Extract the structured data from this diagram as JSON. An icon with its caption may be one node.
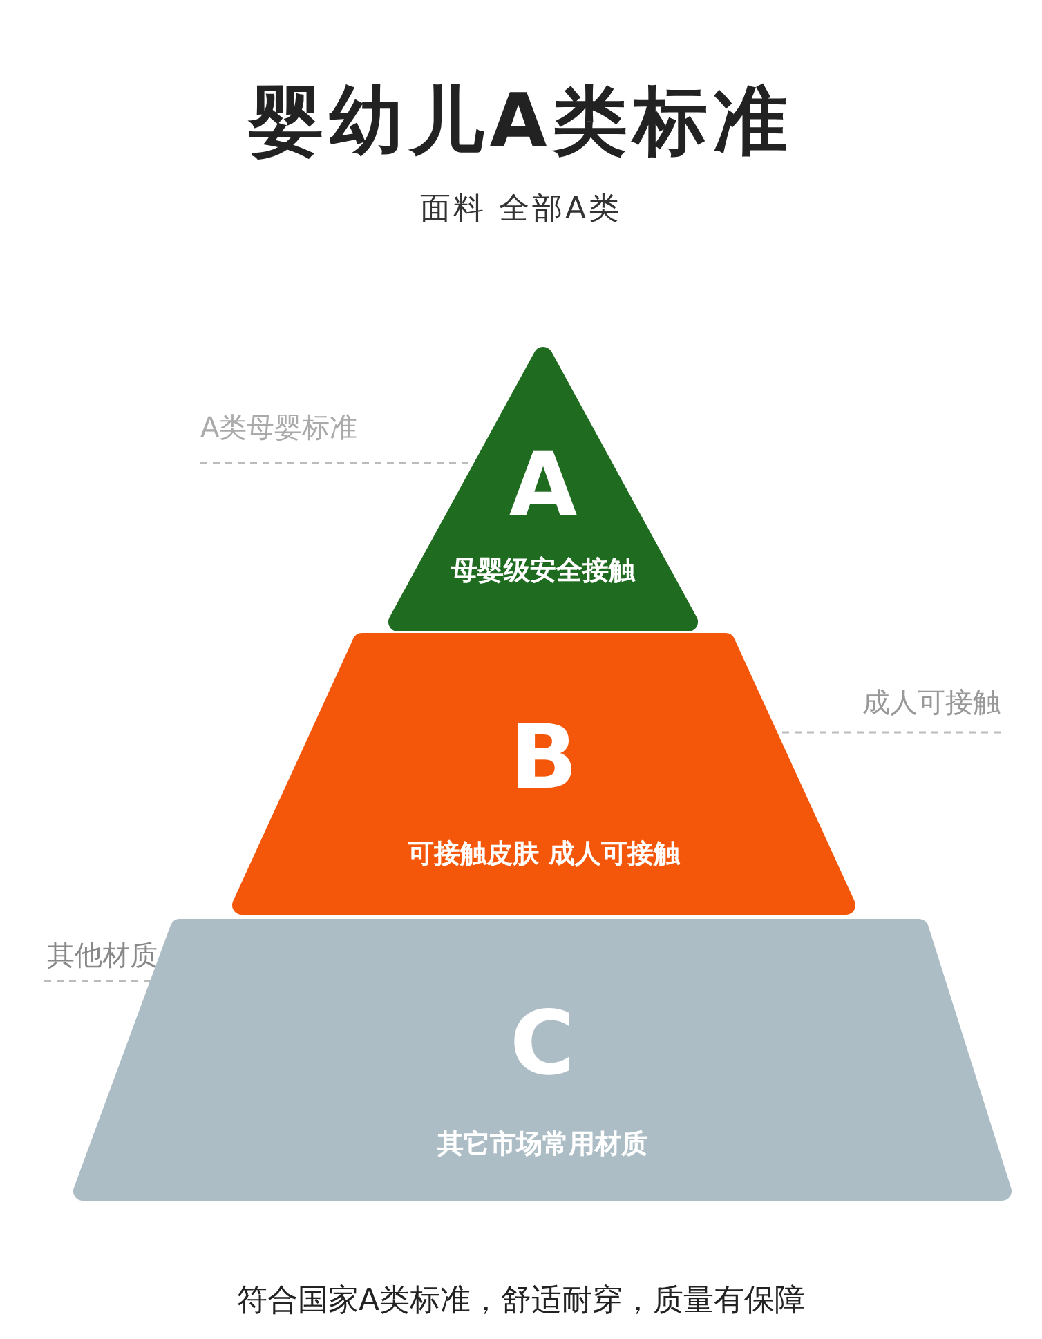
{
  "diagram": {
    "title": "婴幼儿A类标准",
    "nodes": [
      {
        "text": [
          "A",
          "母婴级安全接触"
        ]
      },
      {
        "text": [
          "B",
          "可接触皮肤 成人可接触"
        ]
      },
      {
        "text": [
          "C",
          "其它市场常用材质"
        ]
      },
      {
        "text": [
          "A类母婴标准"
        ]
      },
      {
        "text": [
          "成人可接触"
        ]
      },
      {
        "text": [
          "其他材质"
        ]
      }
    ],
    "edges": [
      {
        "from": 3,
        "to": 0,
        "arrow": "none",
        "style": "dashed"
      },
      {
        "from": 4,
        "to": 1,
        "arrow": "none",
        "style": "dashed"
      },
      {
        "from": 5,
        "to": 2,
        "arrow": "none",
        "style": "dashed"
      }
    ],
    "labels": [
      "面料 全部A类",
      "符合国家A类标准，舒适耐穿，质量有保障"
    ]
  }
}
